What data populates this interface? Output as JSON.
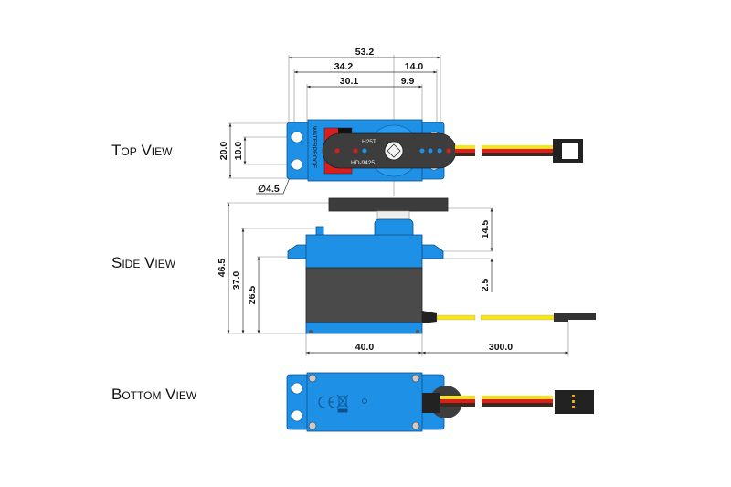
{
  "views": {
    "top": "Top View",
    "side": "Side View",
    "bottom": "Bottom View"
  },
  "dimensions": {
    "top": {
      "overall_length": "53.2",
      "mount_to_shaft": "34.2",
      "shaft_to_end": "14.0",
      "body_to_shaft": "30.1",
      "shaft_to_body_end": "9.9",
      "width": "20.0",
      "hole_spacing": "10.0",
      "hole_diameter": "∅4.5"
    },
    "side": {
      "total_height": "46.5",
      "case_height": "37.0",
      "flange_height": "26.5",
      "horn_to_flange": "14.5",
      "flange_thickness": "2.5",
      "body_length": "40.0",
      "cable_length": "300.0"
    }
  },
  "case_text": {
    "side_label": "WATERPROOF",
    "model_top": "H25T",
    "model_bottom": "HD-9425"
  },
  "colors": {
    "case": "#1e90e6",
    "dark": "#4a4a4a",
    "wire_yellow": "#f5e61a",
    "wire_red": "#e31b1b",
    "wire_brown": "#3a2a20"
  }
}
